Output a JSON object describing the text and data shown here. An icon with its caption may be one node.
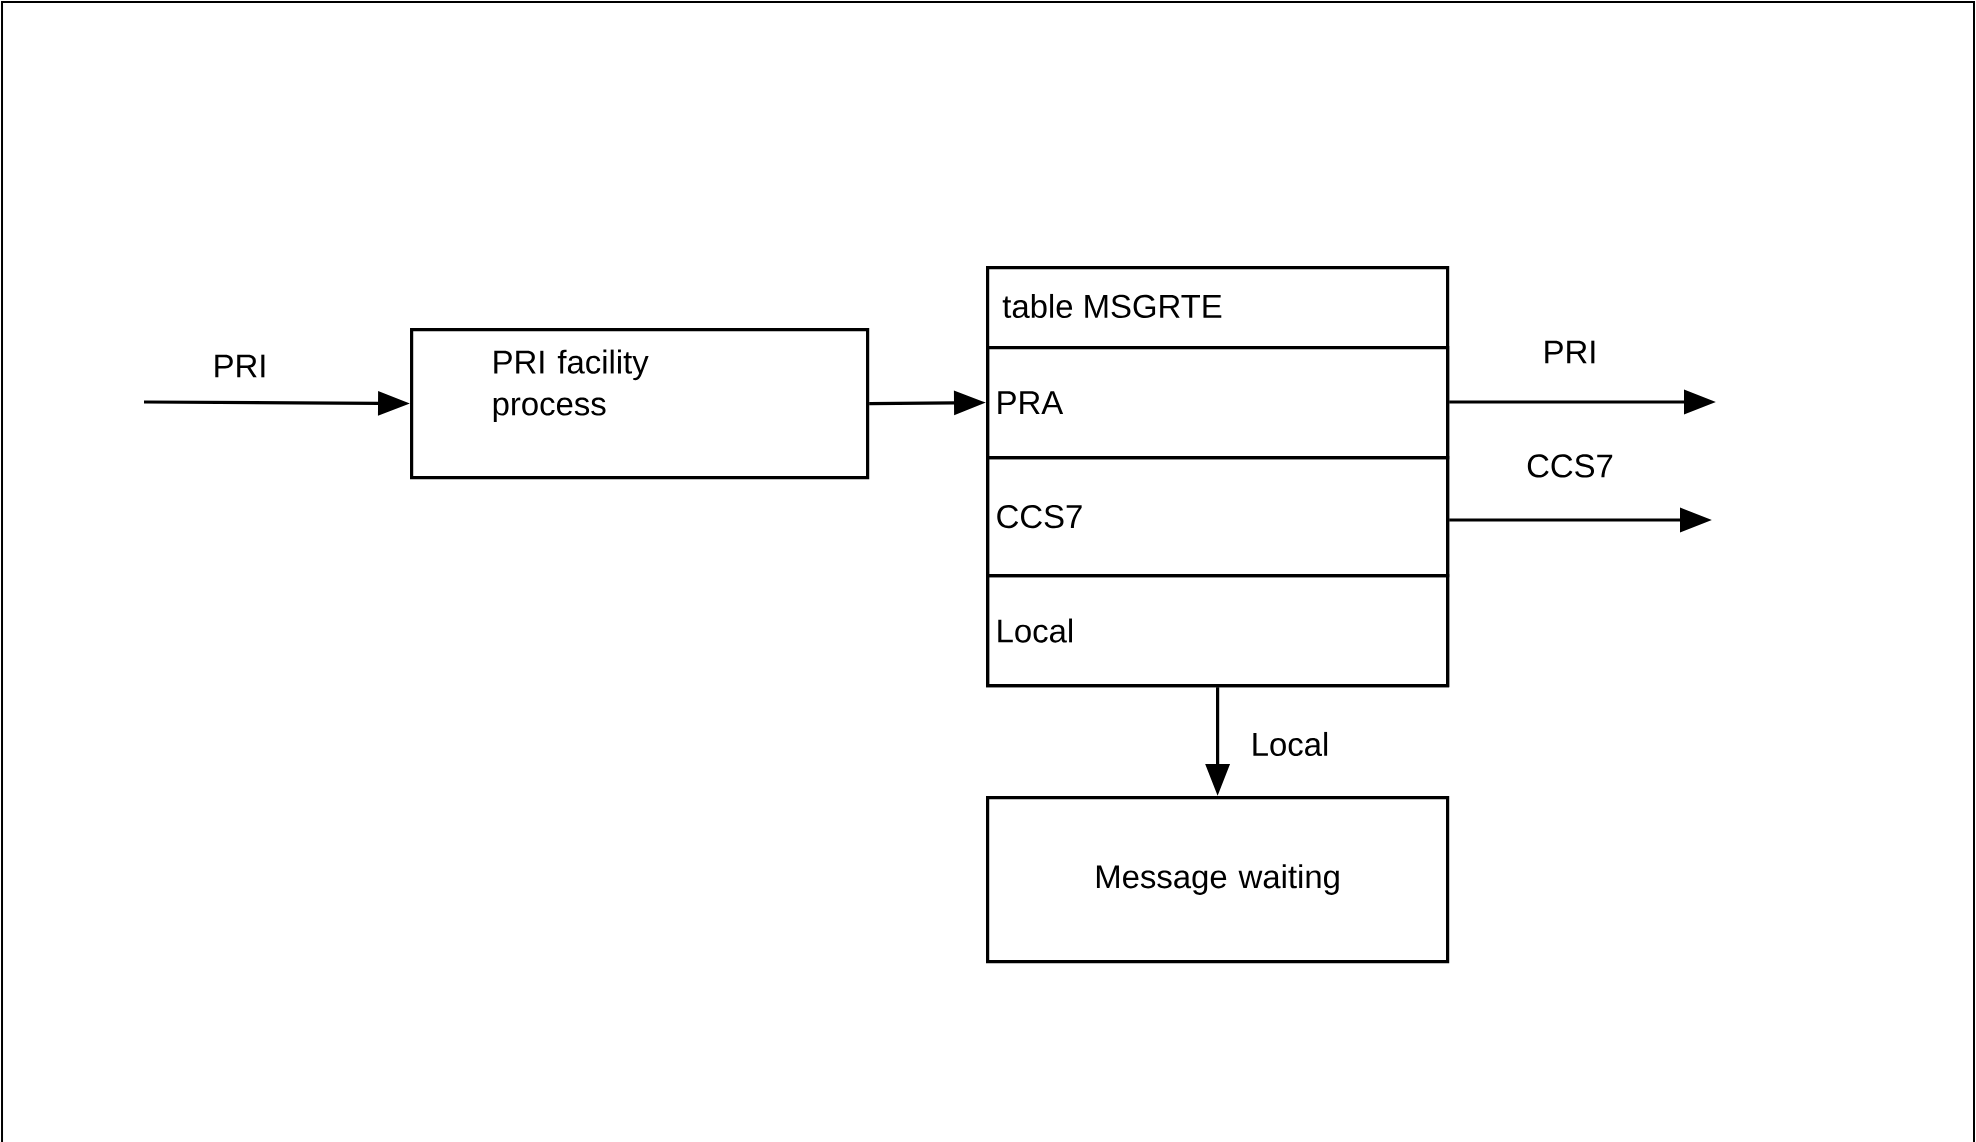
{
  "diagram": {
    "nodes": [
      {
        "text": [
          "PRI facility process"
        ]
      },
      {
        "text": [
          "table MSGRTE"
        ]
      },
      {
        "text": [
          "PRA"
        ],
        "in": 1
      },
      {
        "text": [
          "CCS7"
        ],
        "in": 1
      },
      {
        "text": [
          "Local"
        ],
        "in": 1
      },
      {
        "text": [
          "Message waiting"
        ]
      }
    ],
    "edges": [
      {
        "from": null,
        "to": 0,
        "arrow": "to",
        "label": "PRI"
      },
      {
        "from": 0,
        "to": 2,
        "arrow": "to"
      },
      {
        "from": 2,
        "to": null,
        "arrow": "to",
        "label": "PRI"
      },
      {
        "from": 3,
        "to": null,
        "arrow": "to",
        "label": "CCS7"
      },
      {
        "from": 4,
        "to": 5,
        "arrow": "to",
        "label": "Local"
      }
    ]
  }
}
